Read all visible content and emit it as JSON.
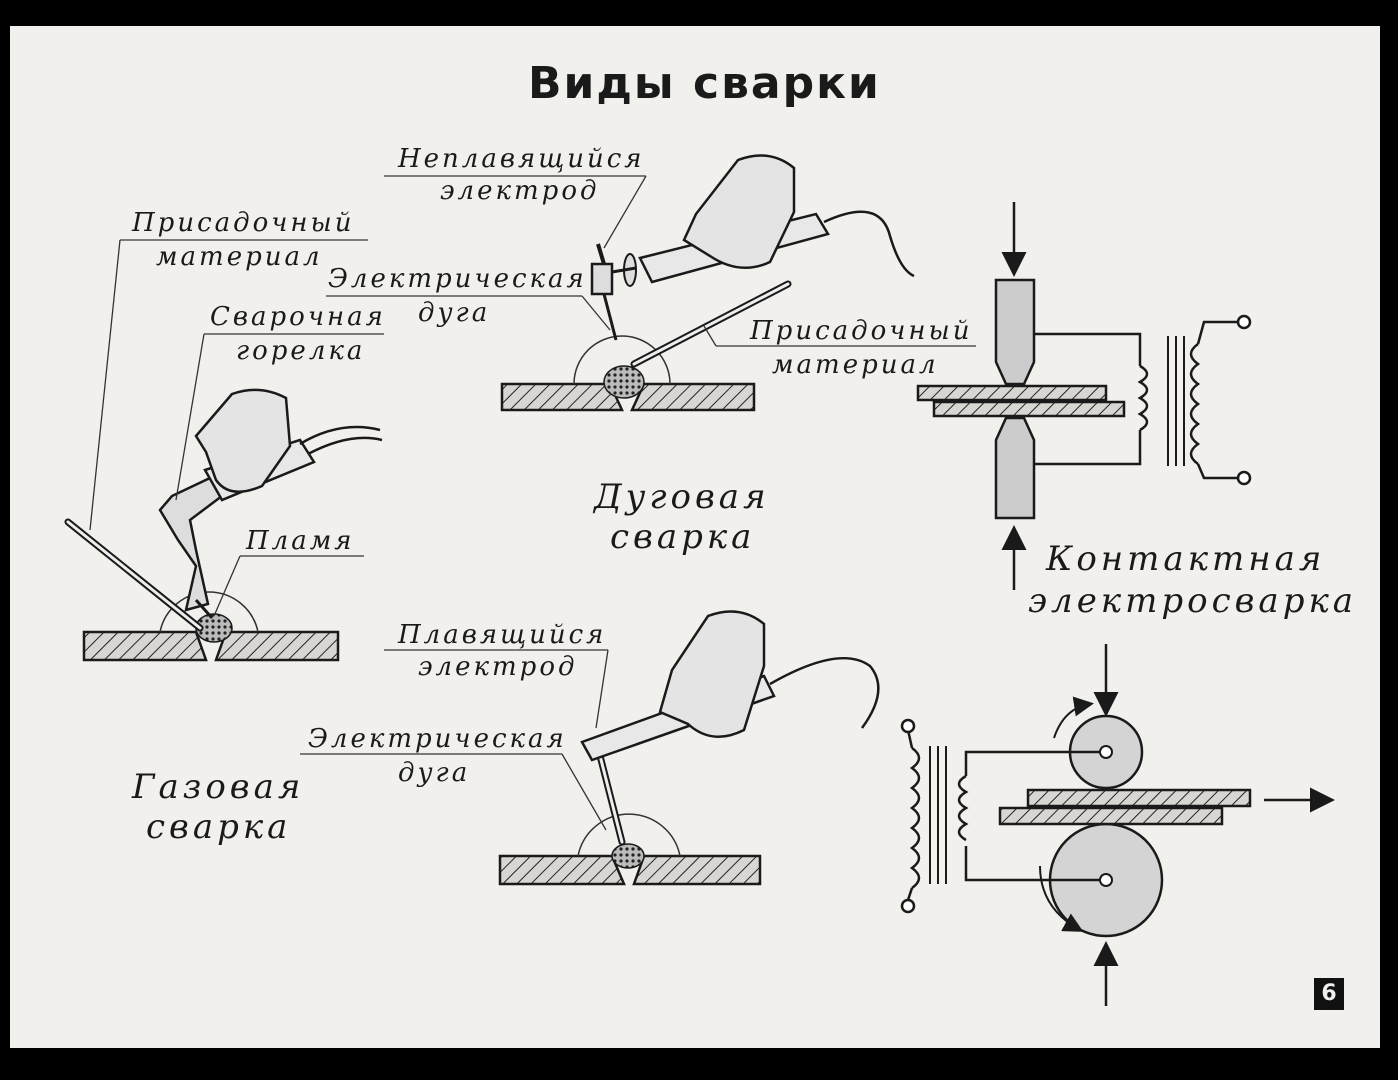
{
  "title": "Виды сварки",
  "page_number": "6",
  "sections": {
    "gas": {
      "caption_line1": "Газовая",
      "caption_line2": "сварка",
      "filler_line1": "Присадочный",
      "filler_line2": "материал",
      "torch_line1": "Сварочная",
      "torch_line2": "горелка",
      "flame": "Пламя"
    },
    "arc": {
      "caption_line1": "Дуговая",
      "caption_line2": "сварка",
      "nonconsumable_line1": "Неплавящийся",
      "nonconsumable_line2": "электрод",
      "arc1_line1": "Электрическая",
      "arc1_line2": "дуга",
      "filler_line1": "Присадочный",
      "filler_line2": "материал",
      "consumable_line1": "Плавящийся",
      "consumable_line2": "электрод",
      "arc2_line1": "Электрическая",
      "arc2_line2": "дуга"
    },
    "contact": {
      "caption_line1": "Контактная",
      "caption_line2": "электросварка"
    }
  }
}
